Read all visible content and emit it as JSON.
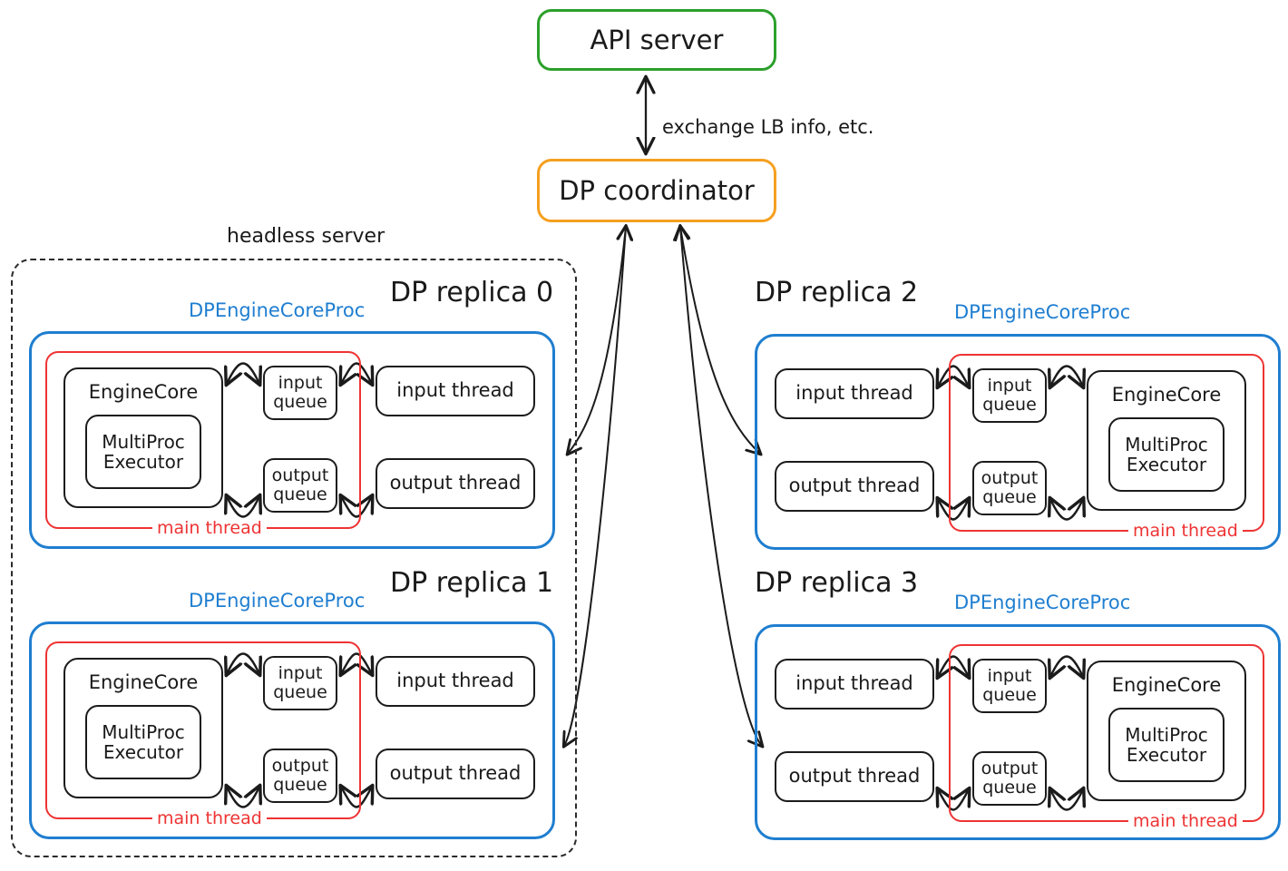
{
  "diagram": {
    "title_nodes": {
      "api_server": "API server",
      "dp_coordinator": "DP coordinator"
    },
    "edge_labels": {
      "coordinator_api": "exchange LB info, etc."
    },
    "region_labels": {
      "headless_server": "headless server"
    },
    "colors": {
      "api_server_border": "#2ba02b",
      "coordinator_border": "#f5a020",
      "process_border": "#1f7ed0",
      "main_thread_border": "#ee3333",
      "node_border": "#1b1b1b",
      "headless_border": "#2b2b2b"
    },
    "group_labels": {
      "process": "DPEngineCoreProc",
      "main_thread": "main thread"
    },
    "node_labels": {
      "engine_core": "EngineCore",
      "multiproc_executor": "MultiProc Executor",
      "input_queue": "input queue",
      "output_queue": "output queue",
      "input_thread": "input thread",
      "output_thread": "output thread"
    },
    "replicas": [
      {
        "id": 0,
        "title": "DP replica 0",
        "orientation": "left",
        "in_headless": true
      },
      {
        "id": 1,
        "title": "DP replica 1",
        "orientation": "left",
        "in_headless": true
      },
      {
        "id": 2,
        "title": "DP replica 2",
        "orientation": "right",
        "in_headless": false
      },
      {
        "id": 3,
        "title": "DP replica 3",
        "orientation": "right",
        "in_headless": false
      }
    ]
  }
}
